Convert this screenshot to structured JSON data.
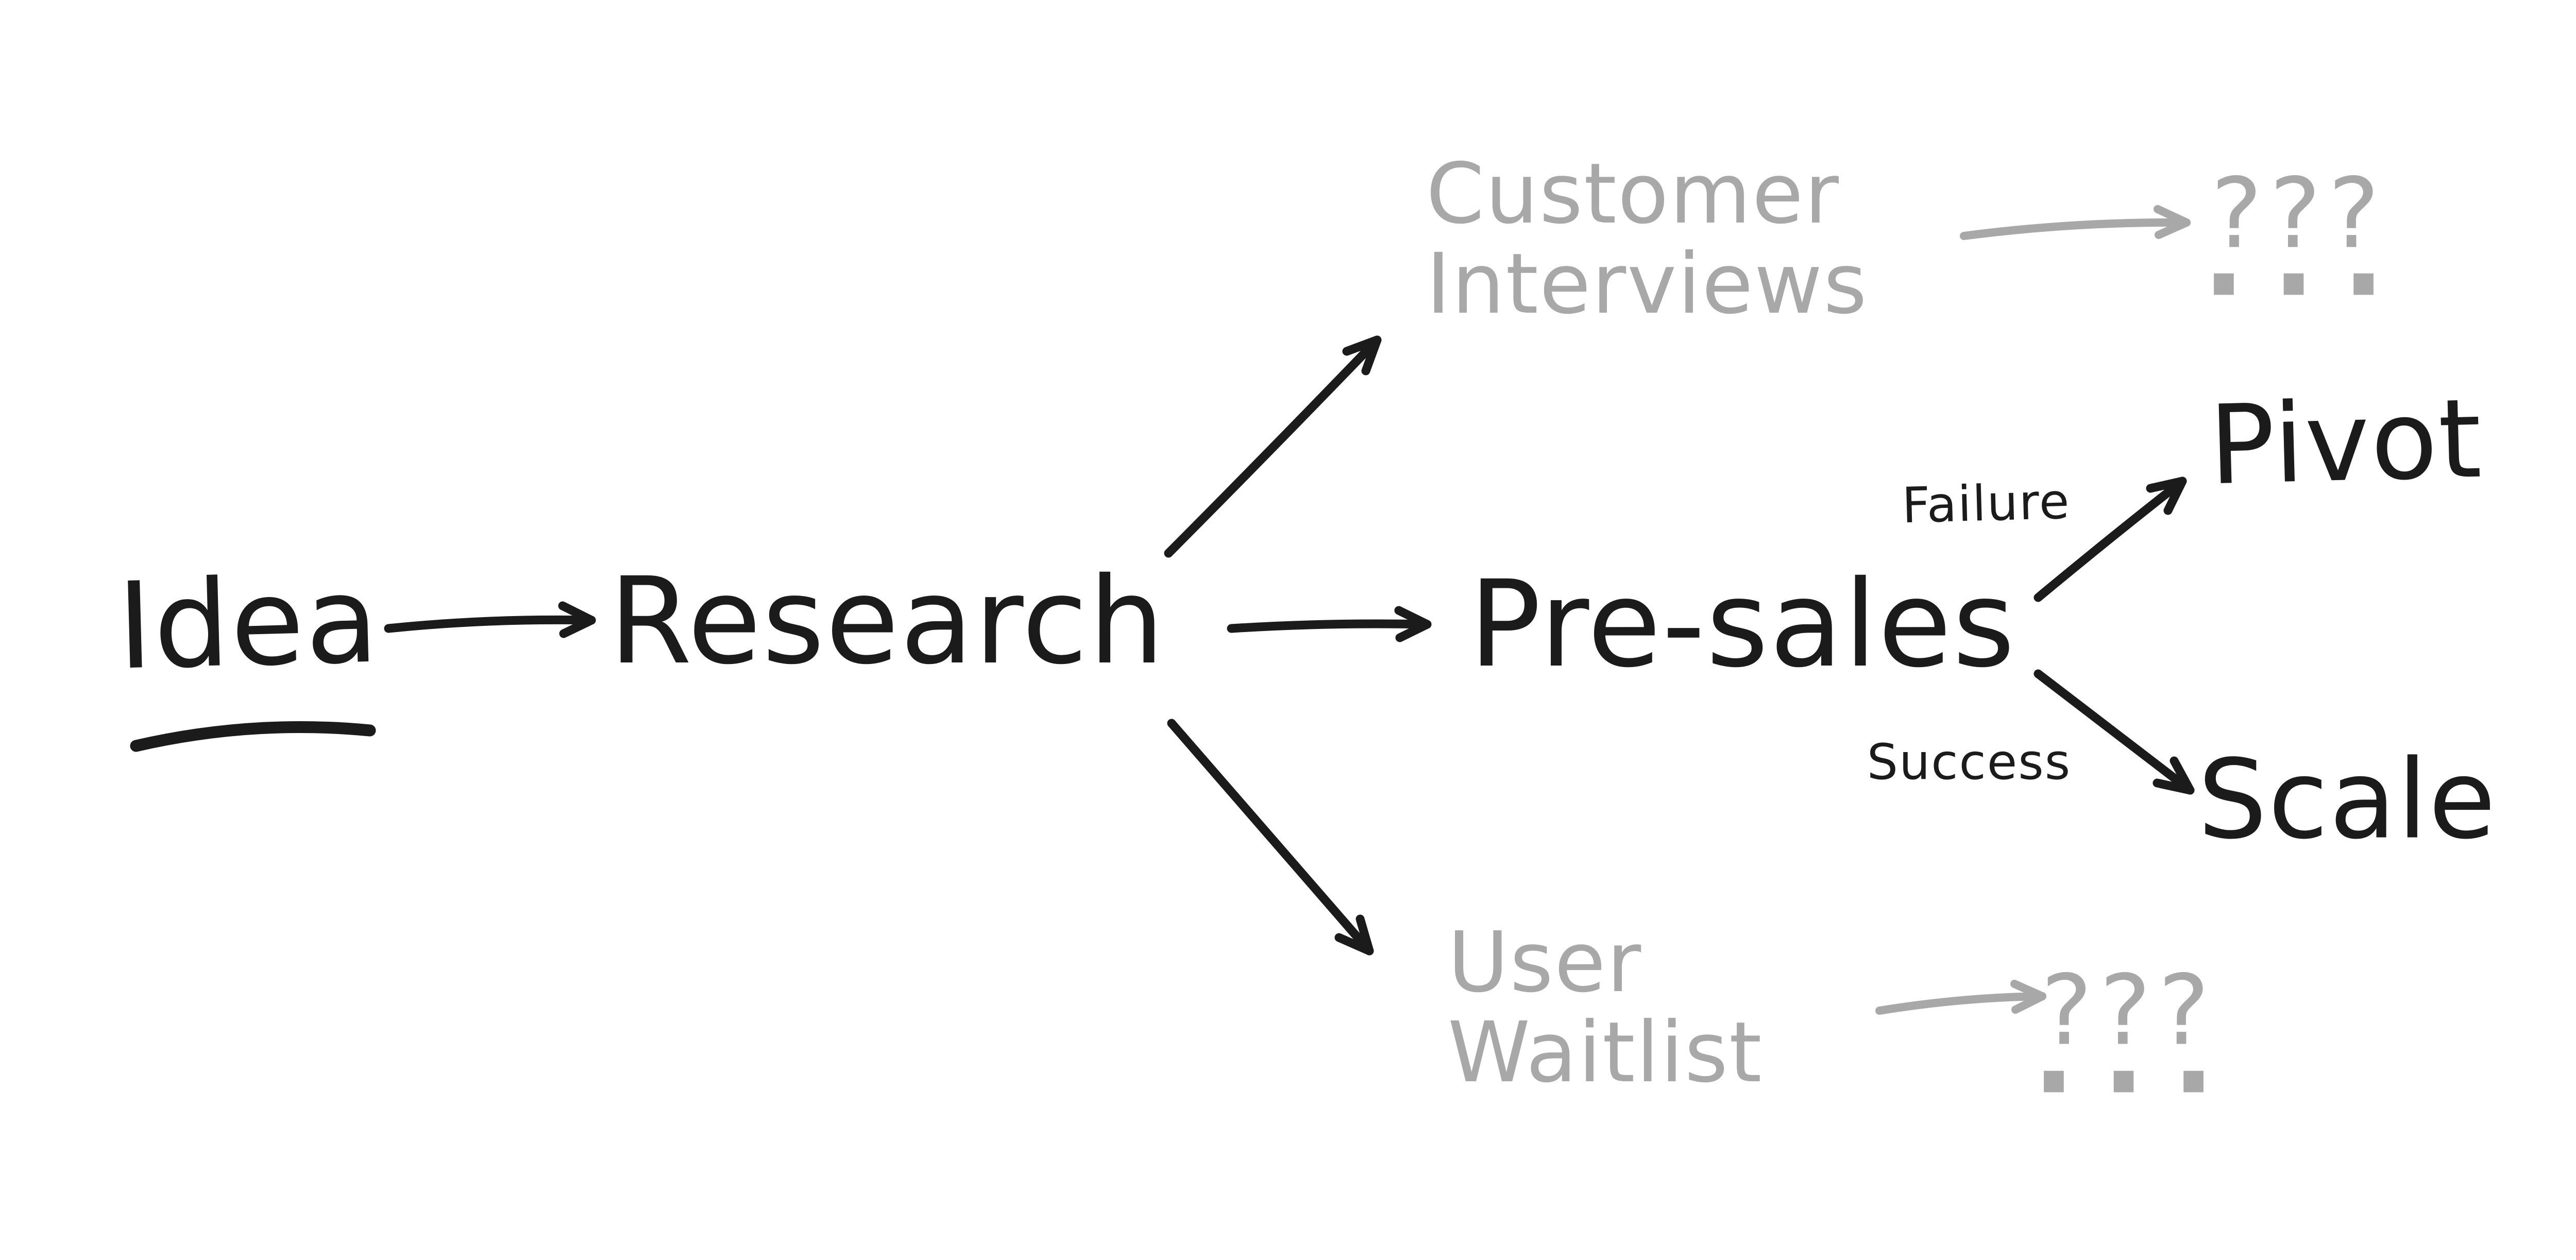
{
  "diagram": {
    "type": "flowchart-handdrawn",
    "colors": {
      "ink": "#1b1b1b",
      "muted": "#a8a8a8",
      "background": "#ffffff"
    },
    "nodes": {
      "idea": {
        "label": "Idea",
        "emphasis": "underlined"
      },
      "research": {
        "label": "Research"
      },
      "presales": {
        "label": "Pre-sales"
      },
      "customer_interviews": {
        "line1": "Customer",
        "line2": "Interviews",
        "state": "muted"
      },
      "customer_outcome": {
        "label": "???",
        "dots": "···",
        "state": "muted"
      },
      "user_waitlist": {
        "line1": "User",
        "line2": "Waitlist",
        "state": "muted"
      },
      "waitlist_outcome": {
        "label": "???",
        "dots": "···",
        "state": "muted"
      },
      "pivot": {
        "label": "Pivot"
      },
      "scale": {
        "label": "Scale"
      }
    },
    "edges": [
      {
        "from": "Idea",
        "to": "Research",
        "color": "ink",
        "label": ""
      },
      {
        "from": "Research",
        "to": "Customer Interviews",
        "color": "ink",
        "label": ""
      },
      {
        "from": "Research",
        "to": "Pre-sales",
        "color": "ink",
        "label": ""
      },
      {
        "from": "Research",
        "to": "User Waitlist",
        "color": "ink",
        "label": ""
      },
      {
        "from": "Customer Interviews",
        "to": "???",
        "color": "muted",
        "label": ""
      },
      {
        "from": "User Waitlist",
        "to": "???",
        "color": "muted",
        "label": ""
      },
      {
        "from": "Pre-sales",
        "to": "Pivot",
        "color": "ink",
        "label": "Failure"
      },
      {
        "from": "Pre-sales",
        "to": "Scale",
        "color": "ink",
        "label": "Success"
      }
    ]
  }
}
